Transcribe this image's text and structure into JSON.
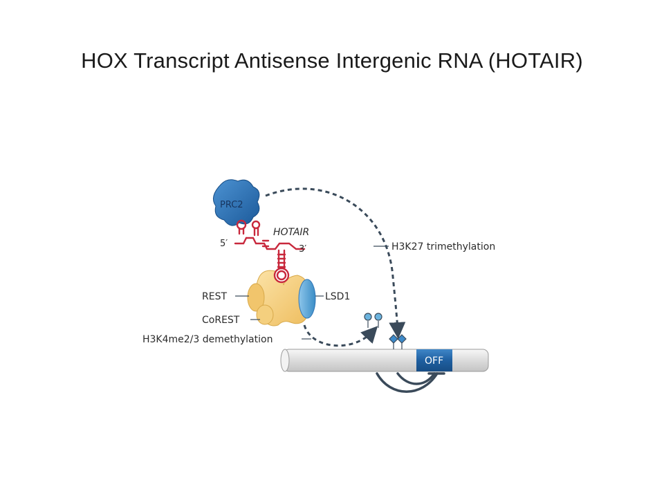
{
  "slide": {
    "title": "HOX Transcript Antisense Intergenic RNA (HOTAIR)"
  },
  "diagram": {
    "complexes": {
      "prc2": "PRC2",
      "lsd1": "LSD1",
      "rest": "REST",
      "corest": "CoREST"
    },
    "rna": {
      "name": "HOTAIR",
      "five_prime": "5′",
      "three_prime": "3′"
    },
    "marks": {
      "h3k27": "H3K27 trimethylation",
      "h3k4": "H3K4me2/3 demethylation"
    },
    "chromatin": {
      "state": "OFF"
    },
    "colors": {
      "prc2": "#2f74b5",
      "rna": "#c8283c",
      "complex": "#f4cf7e",
      "lsd1": "#5aa6d6",
      "arrow": "#3a4a5a",
      "chromatin": "#e6e6e6",
      "off_region": "#1f5fa0"
    }
  }
}
